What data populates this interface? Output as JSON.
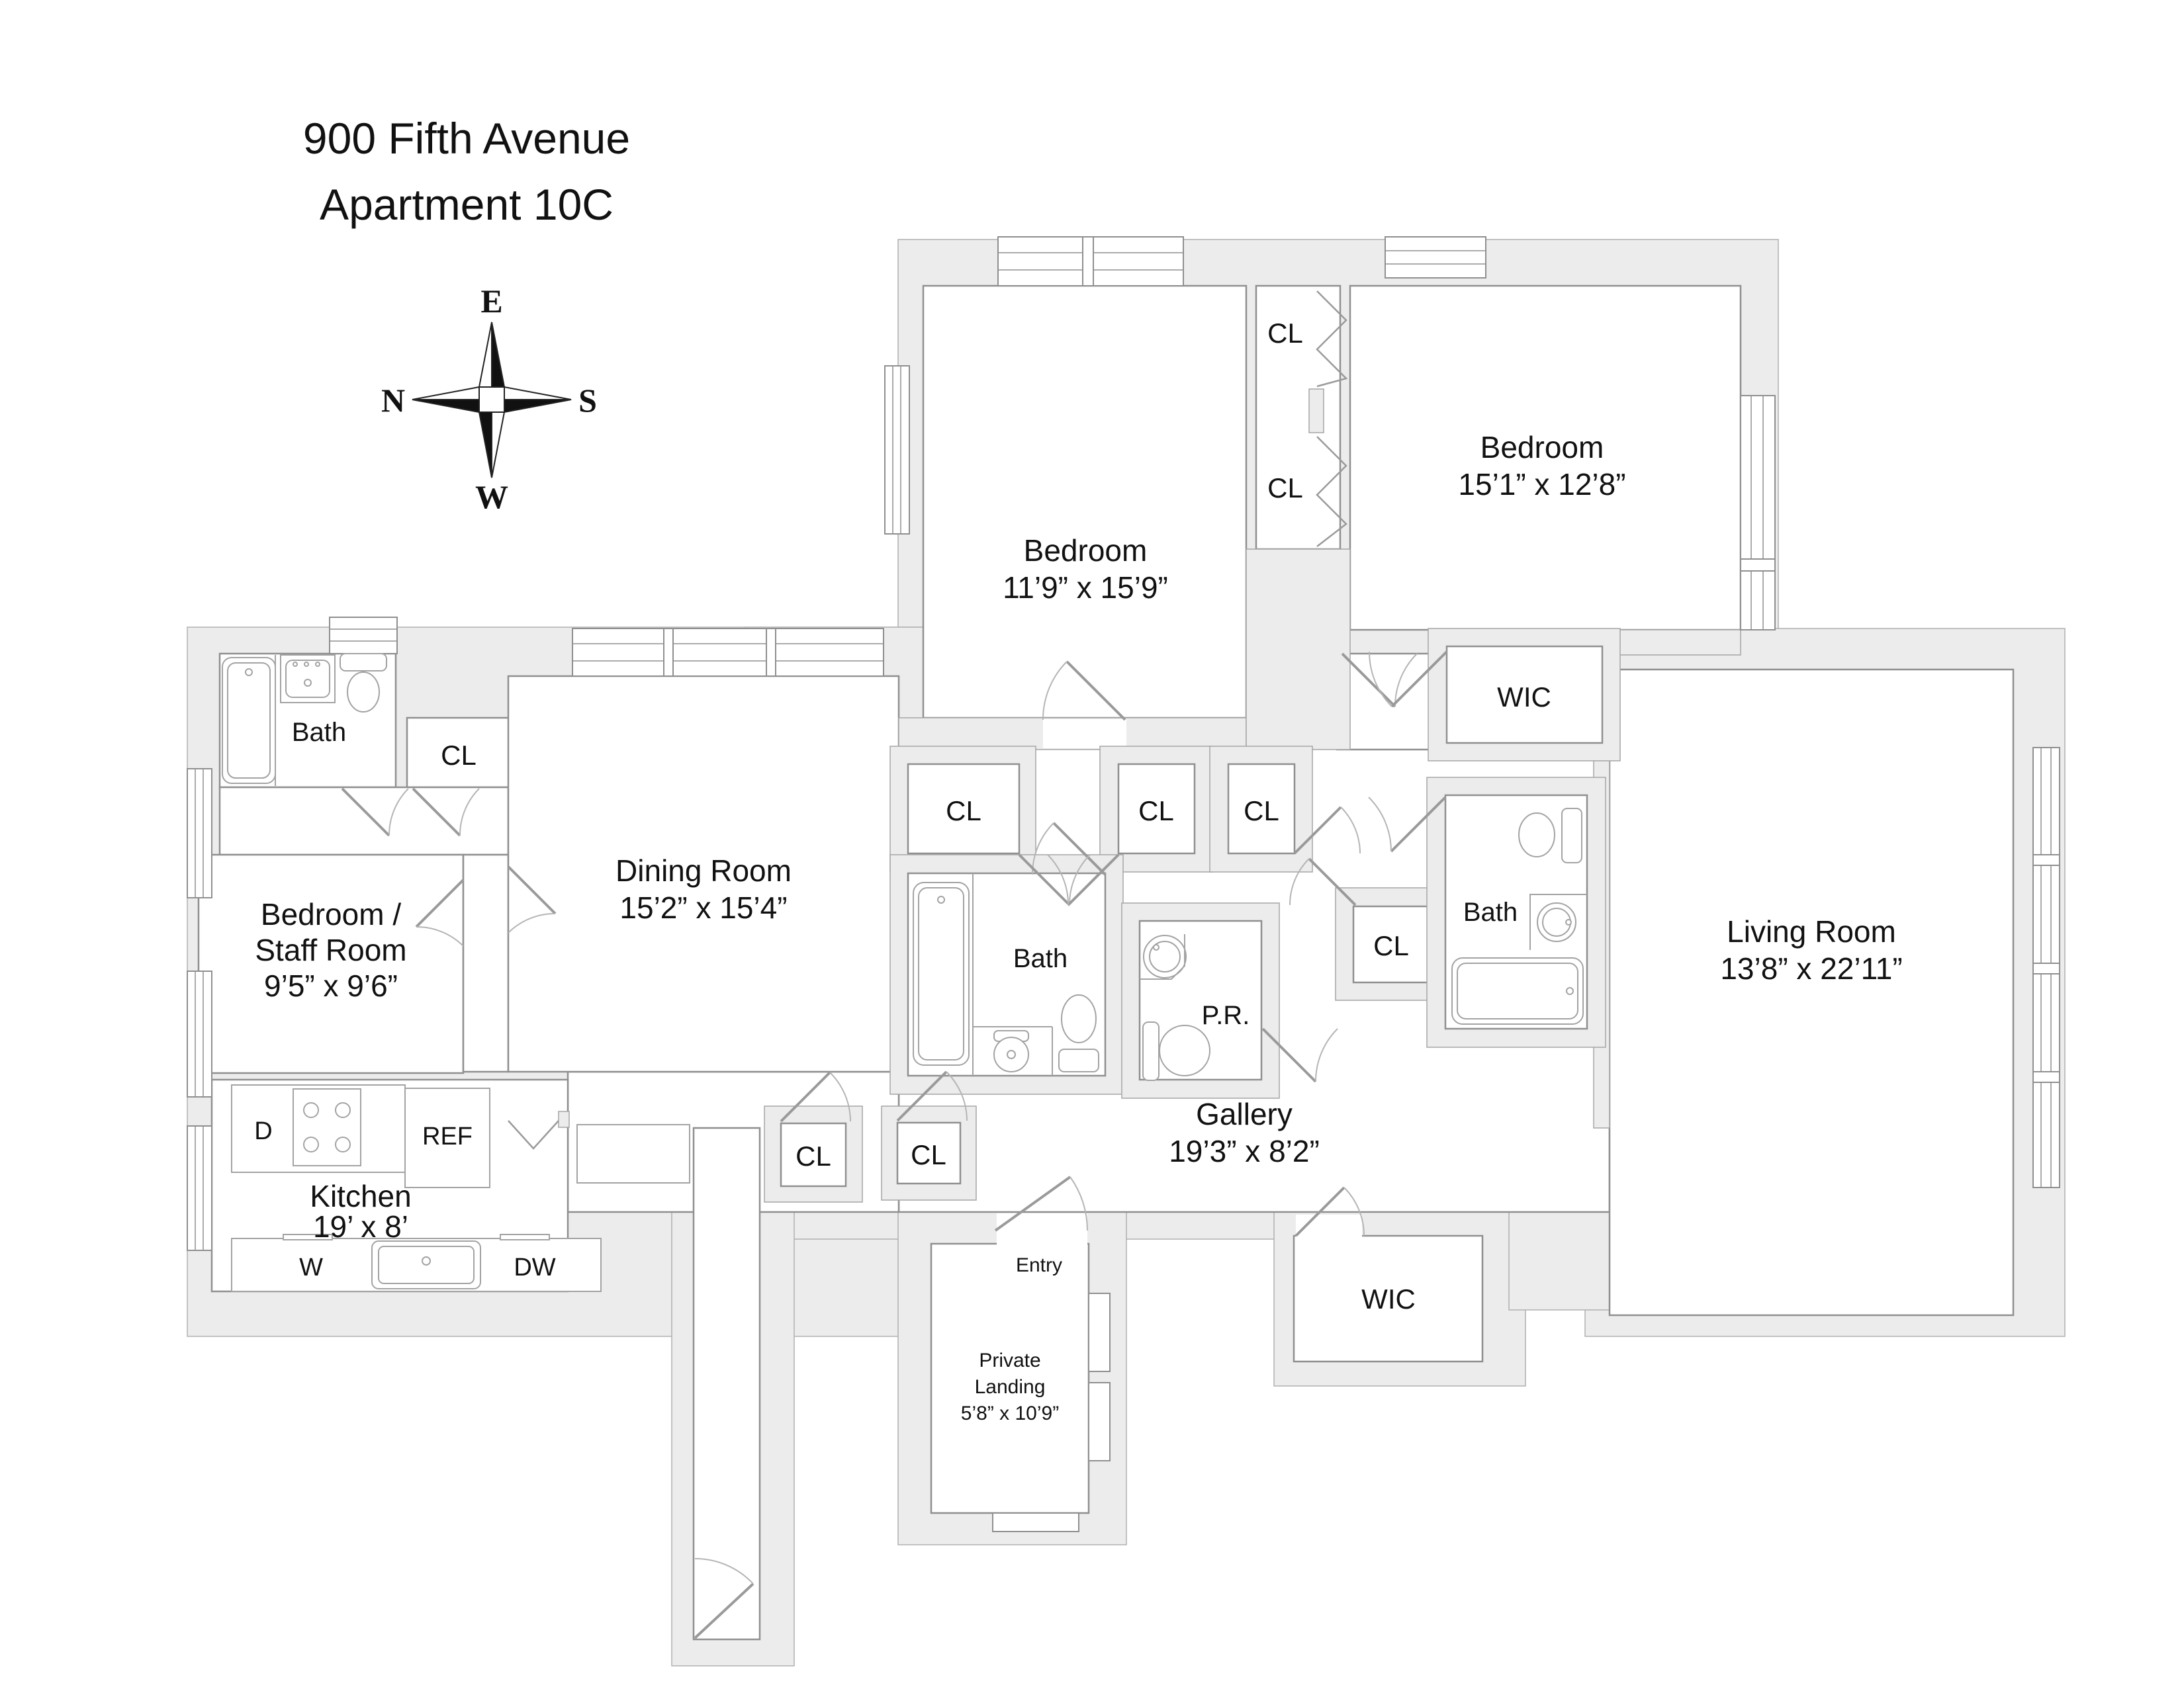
{
  "title": {
    "line1": "900 Fifth Avenue",
    "line2": "Apartment 10C"
  },
  "compass": {
    "top": "E",
    "left": "N",
    "right": "S",
    "bottom": "W"
  },
  "theme": {
    "wall_fill": "#ececec",
    "line_color": "#8f8f8f",
    "text_color": "#111111",
    "background": "#ffffff"
  },
  "rooms": {
    "bedroom1": {
      "name": "Bedroom",
      "dims": "11’9” x 15’9”"
    },
    "bedroom2": {
      "name": "Bedroom",
      "dims": "15’1” x 12’8”"
    },
    "living": {
      "name": "Living Room",
      "dims": "13’8” x 22’11”"
    },
    "dining": {
      "name": "Dining Room",
      "dims": "15’2” x 15’4”"
    },
    "staff": {
      "name1": "Bedroom /",
      "name2": "Staff Room",
      "dims": "9’5” x 9’6”"
    },
    "kitchen": {
      "name": "Kitchen",
      "dims": "19’ x 8’"
    },
    "gallery": {
      "name": "Gallery",
      "dims": "19’3” x 8’2”"
    },
    "landing": {
      "name1": "Private",
      "name2": "Landing",
      "dims": "5’8” x 10’9”"
    },
    "entry": {
      "name": "Entry"
    },
    "bath_upper_left": {
      "name": "Bath"
    },
    "bath_middle": {
      "name": "Bath"
    },
    "bath_right": {
      "name": "Bath"
    },
    "pr": {
      "name": "P.R."
    },
    "wic_upper": {
      "name": "WIC"
    },
    "wic_lower": {
      "name": "WIC"
    }
  },
  "closets": {
    "corridor_top": "CL",
    "corridor_bottom": "CL",
    "top_left": "CL",
    "row_a": "CL",
    "row_b": "CL",
    "row_c": "CL",
    "right_small": "CL",
    "passage_left": "CL",
    "passage_right": "CL"
  },
  "appliances": {
    "dishwasher_d": "D",
    "refrigerator": "REF",
    "washer": "W",
    "dishwasher_dw": "DW"
  }
}
